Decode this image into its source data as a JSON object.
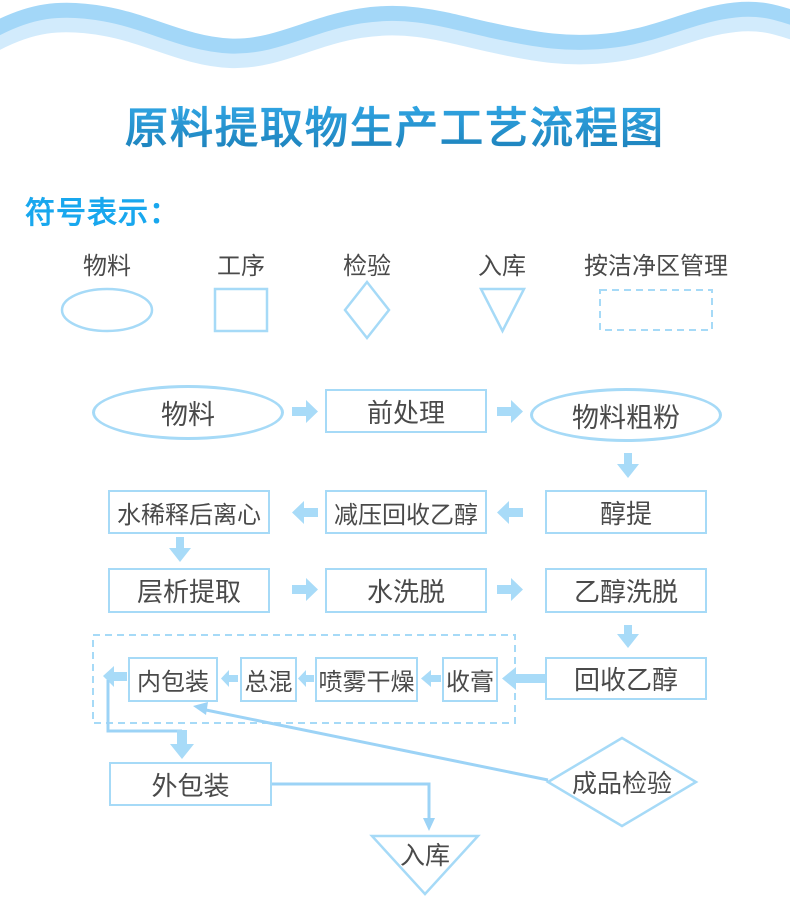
{
  "title": "原料提取物生产工艺流程图",
  "legend": {
    "heading": "符号表示：",
    "items": [
      {
        "label": "物料",
        "shape": "ellipse"
      },
      {
        "label": "工序",
        "shape": "rect"
      },
      {
        "label": "检验",
        "shape": "diamond"
      },
      {
        "label": "入库",
        "shape": "triangle-down"
      },
      {
        "label": "按洁净区管理",
        "shape": "dashed-rect"
      }
    ]
  },
  "flow": {
    "nodes": {
      "wuliao": "物料",
      "qianchuli": "前处理",
      "wuliaocufen": "物料粗粉",
      "chunti": "醇提",
      "jianya": "减压回收乙醇",
      "shuixishi": "水稀释后离心",
      "cengxi": "层析提取",
      "shuixituo": "水洗脱",
      "yichunxituo": "乙醇洗脱",
      "huishou": "回收乙醇",
      "shougao": "收膏",
      "penwu": "喷雾干燥",
      "zonghun": "总混",
      "neibao": "内包装",
      "waibao": "外包装",
      "chengpin": "成品检验",
      "ruku": "入库"
    },
    "clean_area_note": "内包装 / 总混 / 喷雾干燥 / 收膏 位于洁净区（虚线框）"
  },
  "colors": {
    "shape_border": "#a6daf7",
    "arrow_fill": "#a8dbf8",
    "connector": "#9cd3f6",
    "node_text": "#4a4a4a",
    "title_gradient_top": "#35adec",
    "title_gradient_bottom": "#1b7eb7",
    "legend_heading": "#18a7ee",
    "wave_main": "#a3d7f8",
    "wave_light": "#d2ebfc"
  }
}
